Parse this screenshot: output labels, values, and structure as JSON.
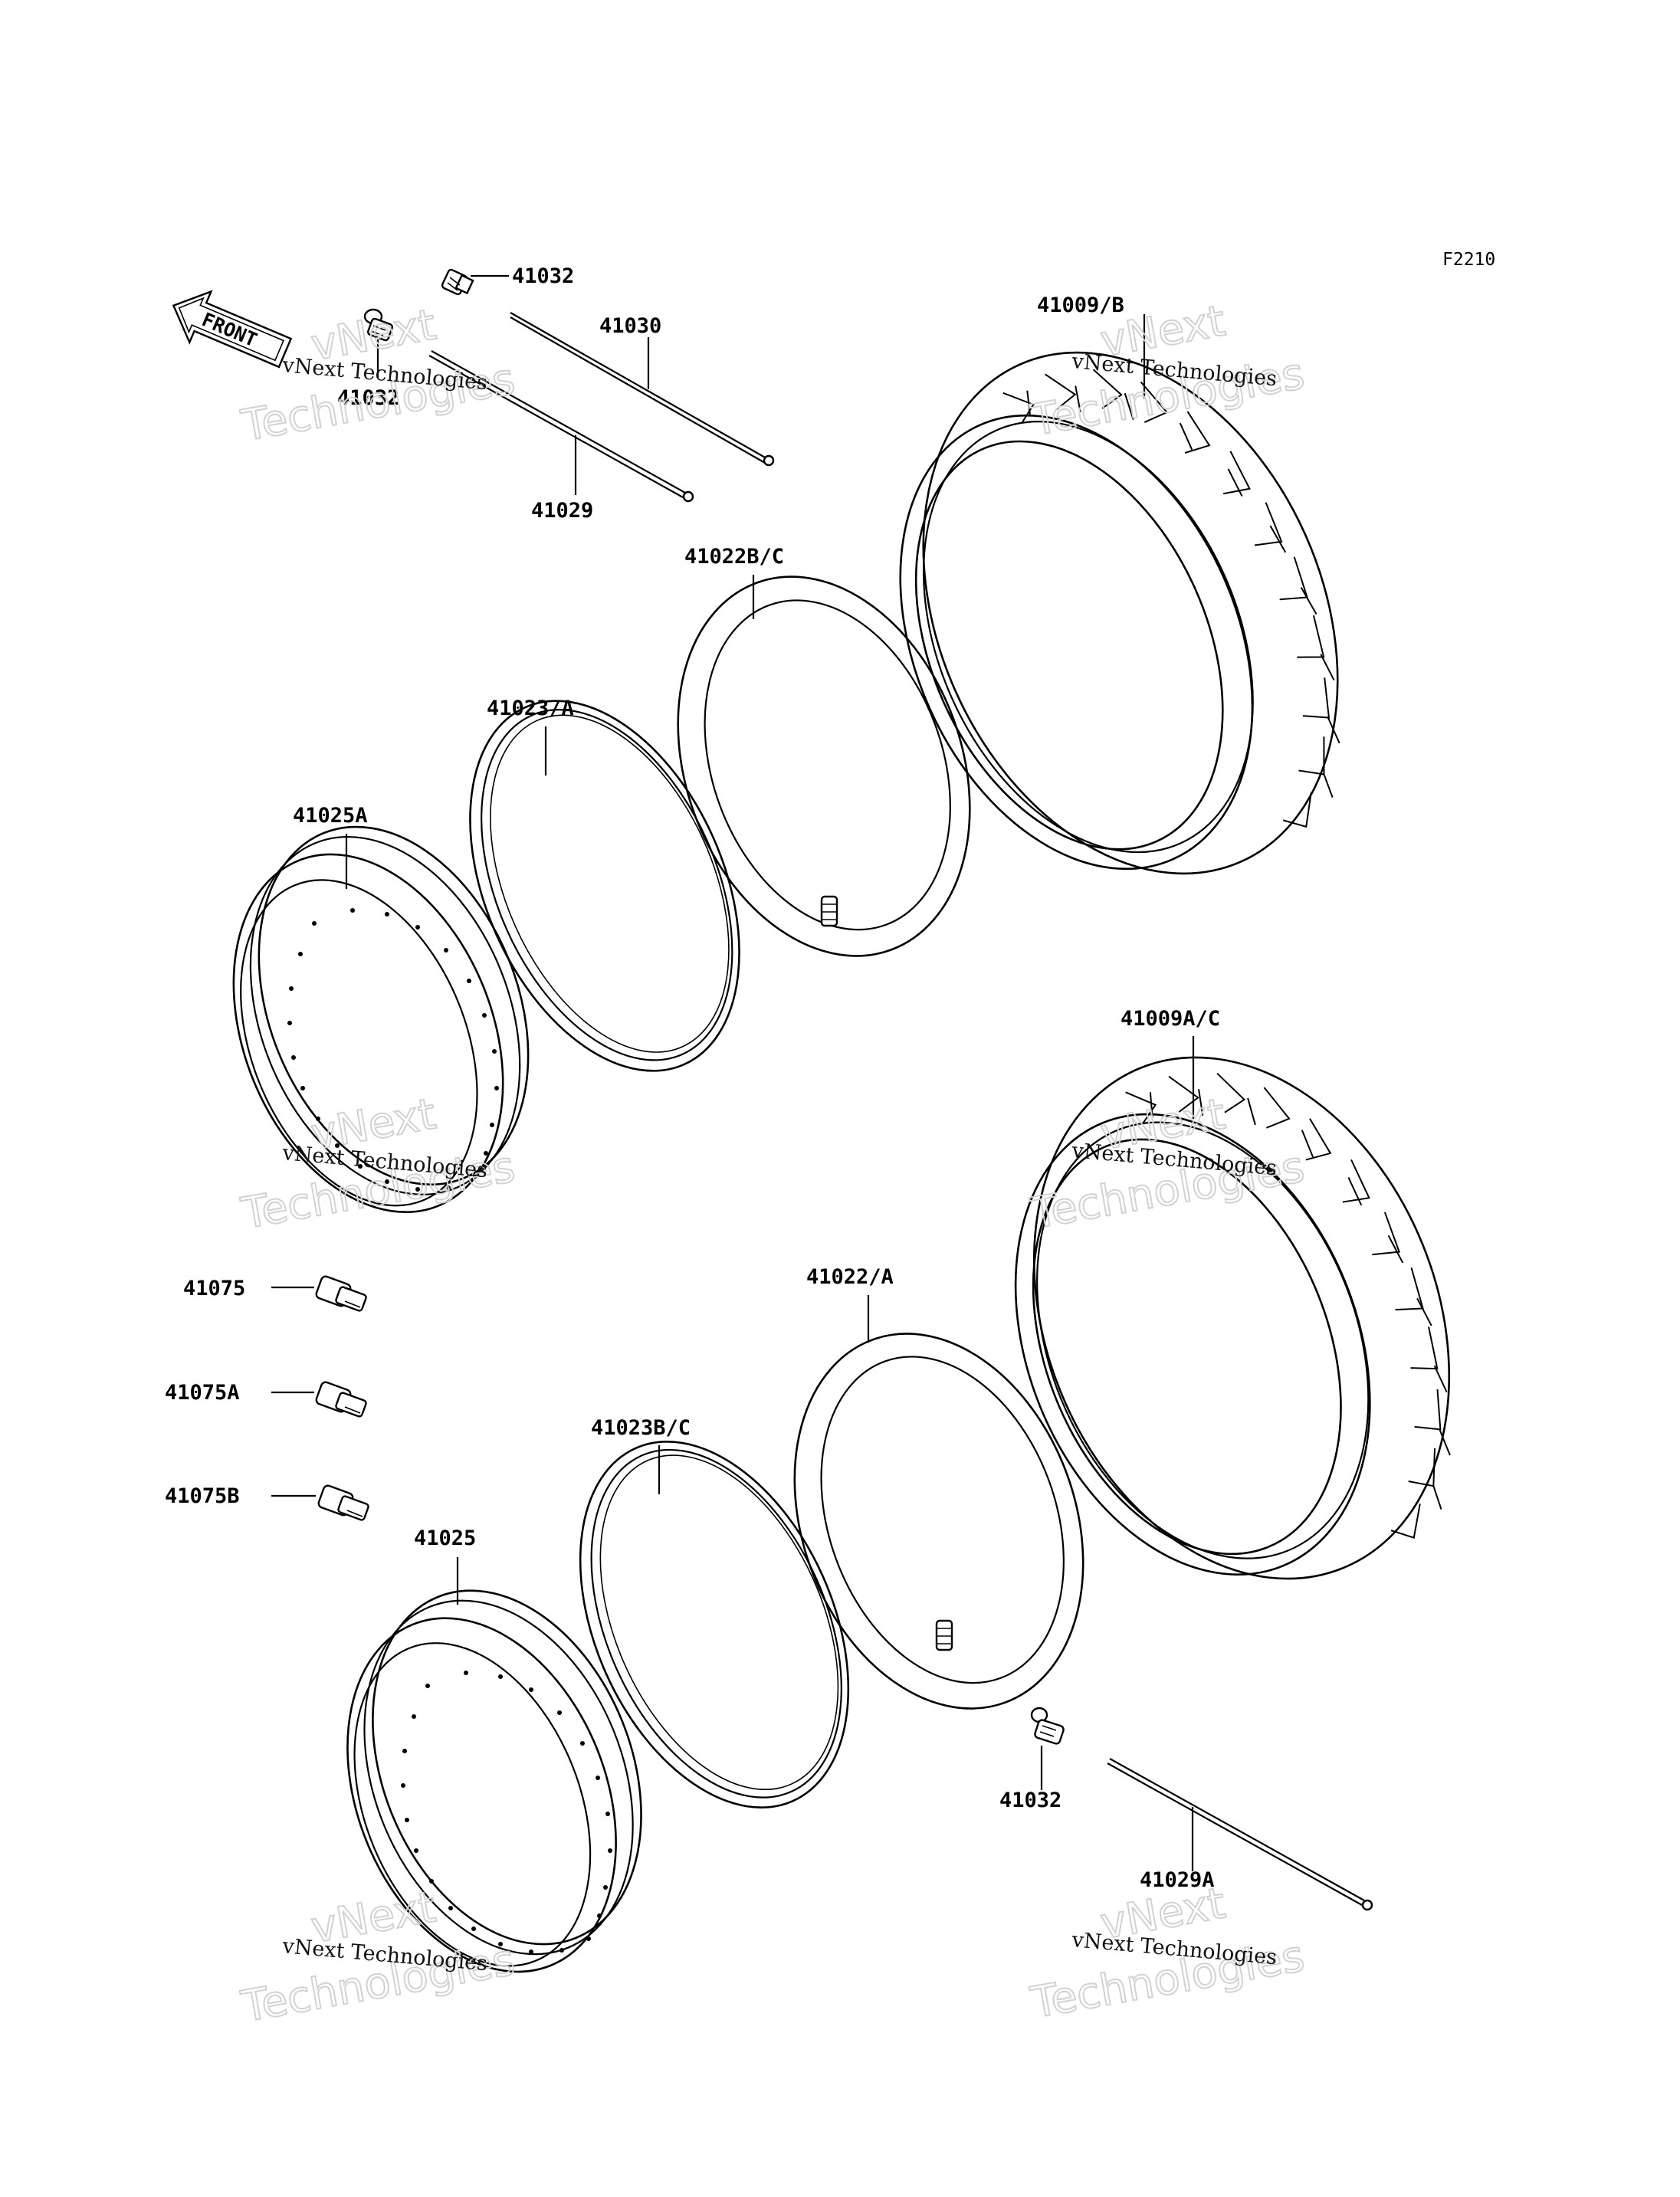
{
  "figure_code": "F2210",
  "direction_label": "FRONT",
  "watermark": {
    "line1": "vNext Technologies",
    "big1": "vNext",
    "big2": "Technologies"
  },
  "parts": [
    {
      "key": "p41032_a",
      "label": "41032"
    },
    {
      "key": "p41030",
      "label": "41030"
    },
    {
      "key": "p41032_b",
      "label": "41032"
    },
    {
      "key": "p41029",
      "label": "41029"
    },
    {
      "key": "p41009b",
      "label": "41009/B"
    },
    {
      "key": "p41022bc",
      "label": "41022B/C"
    },
    {
      "key": "p41023a",
      "label": "41023/A"
    },
    {
      "key": "p41025a",
      "label": "41025A"
    },
    {
      "key": "p41009ac",
      "label": "41009A/C"
    },
    {
      "key": "p41075",
      "label": "41075"
    },
    {
      "key": "p41075a",
      "label": "41075A"
    },
    {
      "key": "p41075b",
      "label": "41075B"
    },
    {
      "key": "p41022a",
      "label": "41022/A"
    },
    {
      "key": "p41023bc",
      "label": "41023B/C"
    },
    {
      "key": "p41025",
      "label": "41025"
    },
    {
      "key": "p41032_c",
      "label": "41032"
    },
    {
      "key": "p41029a",
      "label": "41029A"
    }
  ]
}
